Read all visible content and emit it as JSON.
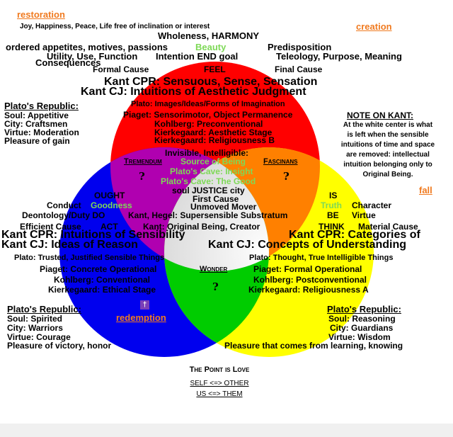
{
  "colors": {
    "red": "#ff0000",
    "blue": "#0000ee",
    "yellow": "#ffff00",
    "magenta": "#b000b0",
    "orange": "#ff8000",
    "green": "#00cc00",
    "center": "#dddddd",
    "accent": "#f07a1f"
  },
  "corners": {
    "restoration": "restoration",
    "creation": "creation",
    "fall": "fall",
    "redemption": "redemption"
  },
  "top": {
    "joy": "Joy, Happiness, Peace, Life free of inclination or interest",
    "wholeness": "Wholeness, HARMONY",
    "ordered": "ordered appetites, motives, passions",
    "beauty": "Beauty",
    "predisposition": "Predisposition",
    "utility": "Utility, Use, Function",
    "intention": "Intention END goal",
    "teleology": "Teleology, Purpose, Meaning",
    "consequences": "Consequences",
    "formal": "Formal Cause",
    "feel": "FEEL",
    "final": "Final Cause",
    "kant_cpr": "Kant CPR: Sensuous, Sense, Sensation",
    "kant_cj": "Kant CJ: Intuitions of Aesthetic Judgment",
    "plato": "Plato: Images/Ideas/Forms of Imagination",
    "piaget": "Piaget: Sensorimotor, Object Permanence",
    "kohlberg": "Kohlberg: Preconventional",
    "kierk1": "Kierkegaard: Aesthetic Stage",
    "kierk2": "Kierkegaard: Religiousness B"
  },
  "left_republic": {
    "title": "Plato's Republic:",
    "soul": "Soul: Appetitive",
    "city": "City: Craftsmen",
    "virtue": "Virtue: Moderation",
    "pleasure": "Pleasure of gain"
  },
  "note": {
    "title": "NOTE ON KANT:",
    "lines": [
      "At the white center is what",
      "is left when the sensible",
      "intuitions of time and space",
      "are removed: intellectual",
      "intuition belonging only to",
      "Original Being."
    ]
  },
  "middle": {
    "invisible": "Invisible, Intelligible:",
    "tremendum": "Tremendum",
    "source": "Source of Being",
    "fascinans": "Fascinans",
    "cave_insight": "Plato's Cave: Insight",
    "cave_good": "Plato's Cave: The Good",
    "soul_city": "soul JUSTICE city",
    "first_cause": "First Cause",
    "unmoved": "Unmoved Mover",
    "ought": "OUGHT",
    "is": "IS",
    "conduct": "Conduct",
    "goodness": "Goodness",
    "truth": "Truth",
    "character": "Character",
    "deontology": "Deontology/Duty DO",
    "kant_hegel": "Kant, Hegel: Supersensible Substratum",
    "be": "BE",
    "virtue": "Virtue",
    "efficient": "Efficient Cause",
    "act": "ACT",
    "kant_original": "Kant: Original Being, Creator",
    "think": "THINK",
    "material": "Material Cause",
    "wonder": "Wonder",
    "qmark": "?"
  },
  "left_mid": {
    "kant_cpr": "Kant CPR: Intuitions of Sensibility",
    "kant_cj": "Kant CJ: Ideas of Reason",
    "plato": "Plato: Trusted, Justified Sensible Things",
    "piaget": "Piaget: Concrete Operational",
    "kohlberg": "Kohlberg: Conventional",
    "kierk": "Kierkegaard: Ethical Stage"
  },
  "right_mid": {
    "kant_cpr": "Kant CPR: Categories of",
    "kant_cj": "Kant CJ: Concepts of Understanding",
    "plato": "Plato: Thought, True Intelligible Things",
    "piaget": "Piaget: Formal Operational",
    "kohlberg": "Kohlberg: Postconventional",
    "kierk": "Kierkegaard: Religiousness A"
  },
  "bl_republic": {
    "title": "Plato's Republic:",
    "soul": "Soul: Spirited",
    "city": "City: Warriors",
    "virtue": "Virtue: Courage",
    "pleasure": "Pleasure of victory, honor"
  },
  "br_republic": {
    "title": "Plato's Republic:",
    "soul": "Soul: Reasoning",
    "city": "City: Guardians",
    "virtue": "Virtue: Wisdom",
    "pleasure": "Pleasure that comes from learning, knowing"
  },
  "bottom": {
    "point": "The Point is Love",
    "self": "SELF <=> OTHER",
    "us": "US <=> THEM"
  },
  "cross": "†"
}
